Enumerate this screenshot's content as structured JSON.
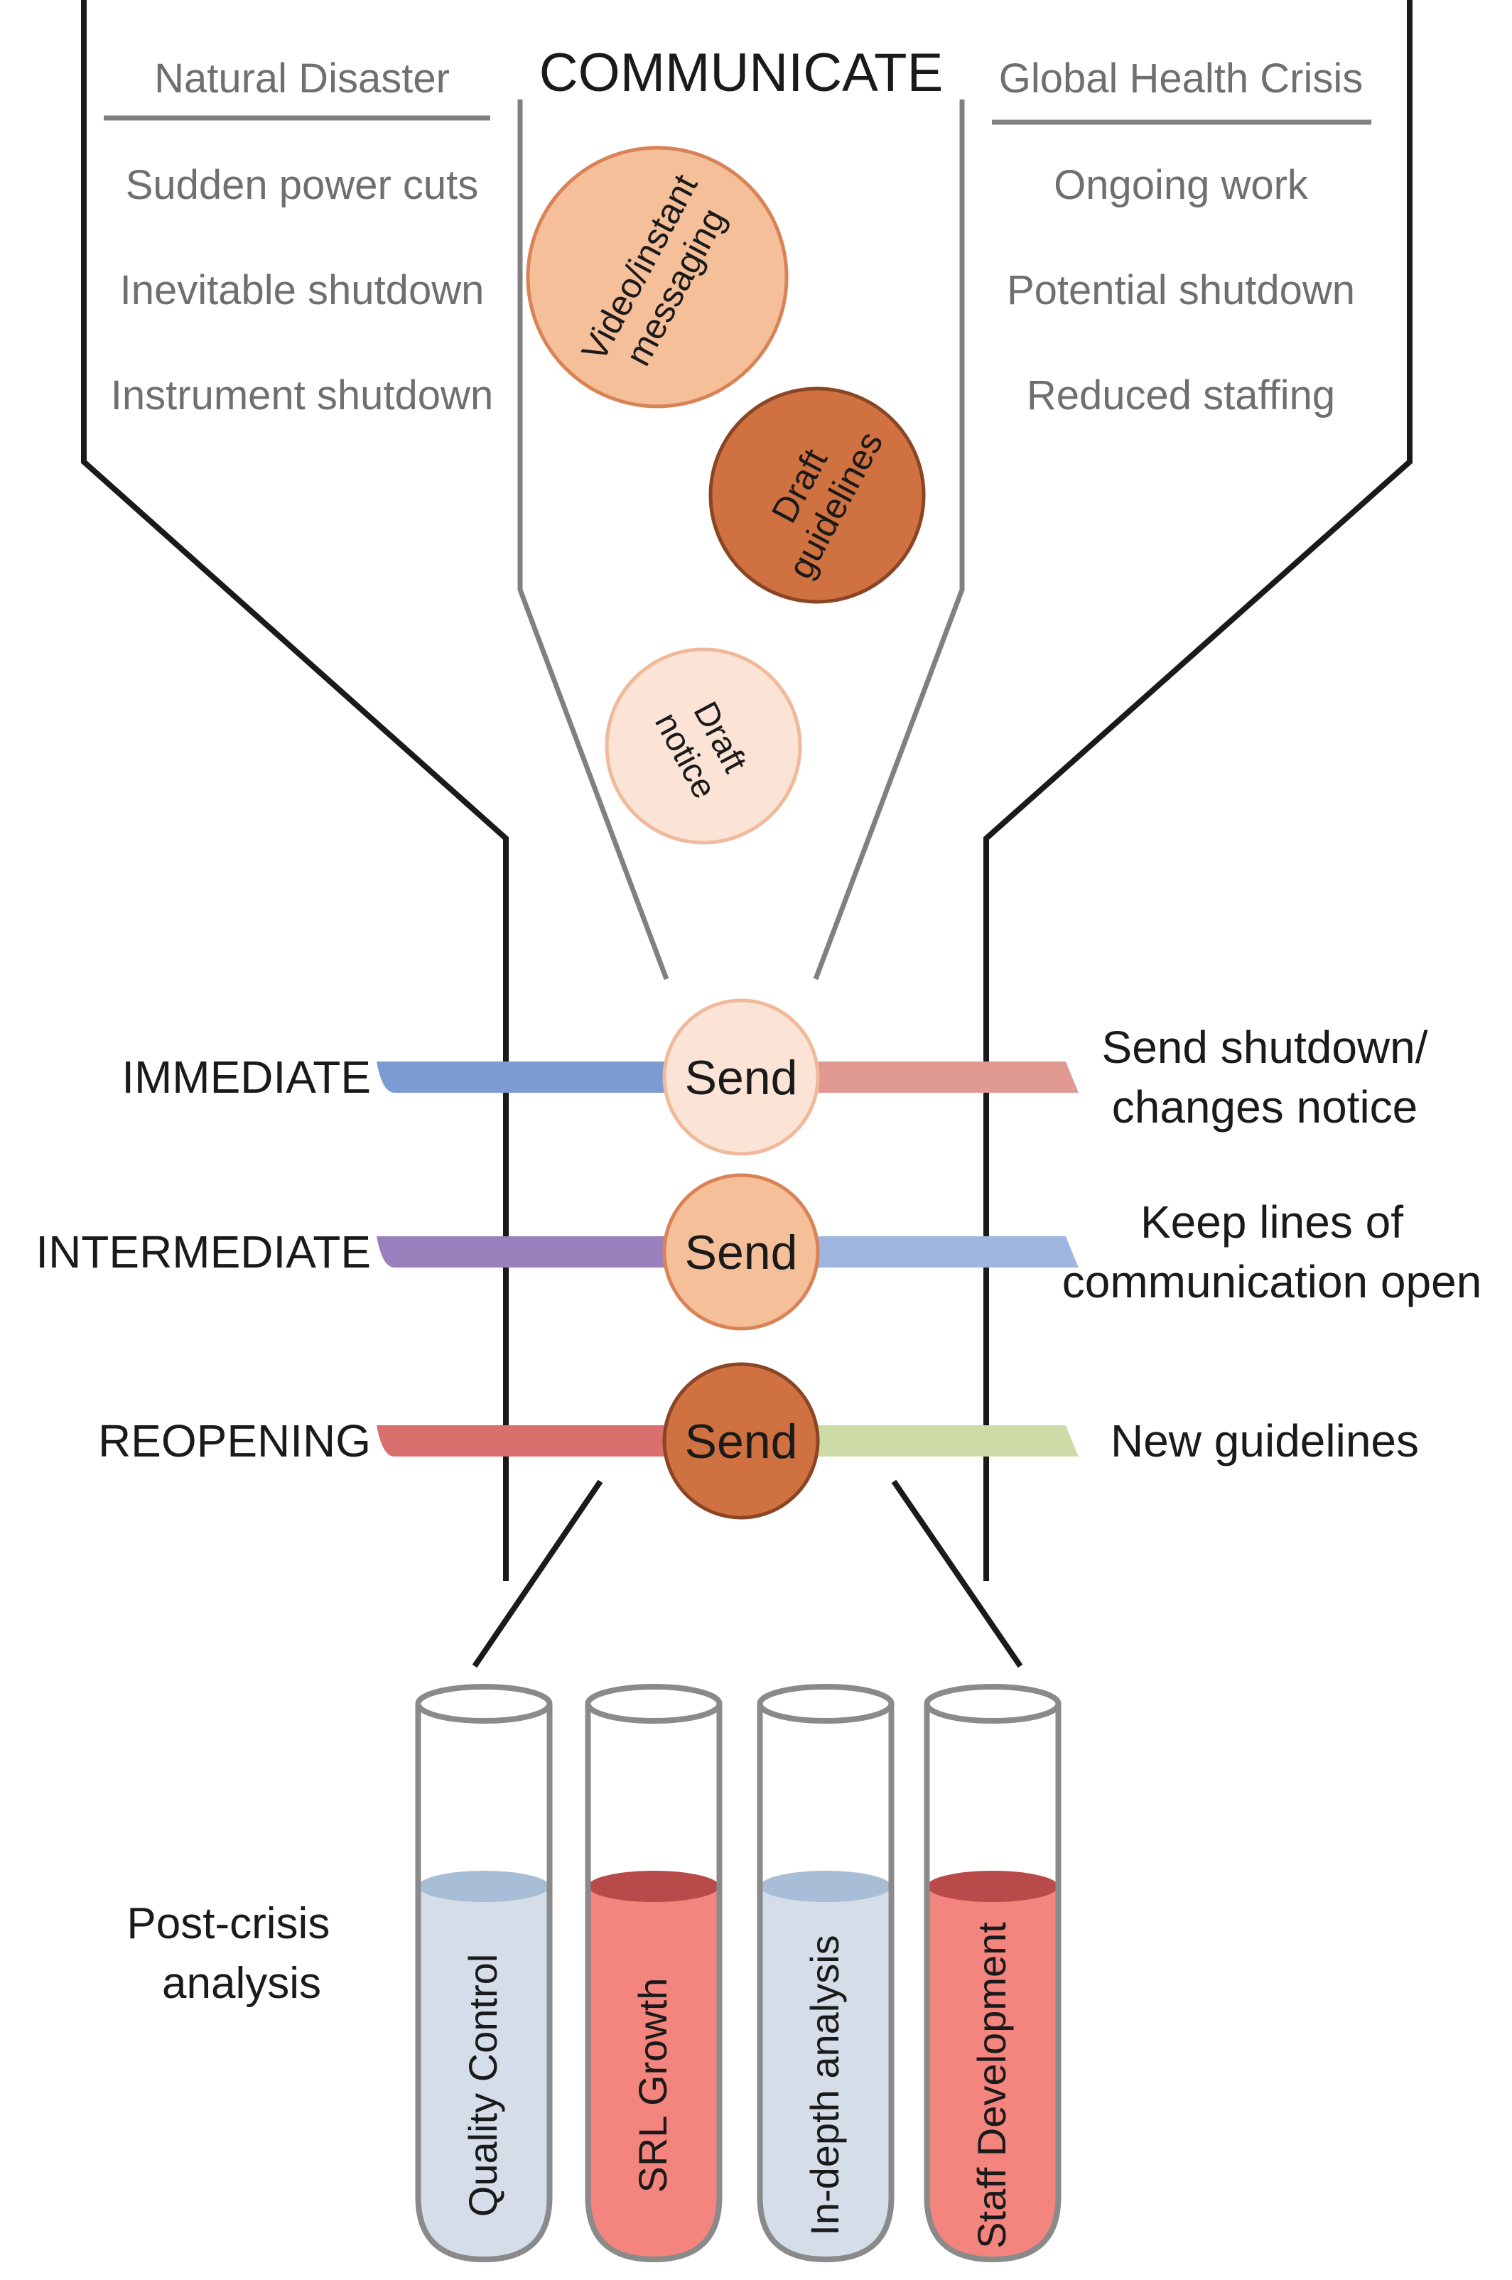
{
  "title": "COMMUNICATE",
  "left_column": {
    "heading": "Natural Disaster",
    "items": [
      "Sudden power cuts",
      "Inevitable shutdown",
      "Instrument shutdown"
    ]
  },
  "right_column": {
    "heading": "Global Health Crisis",
    "items": [
      "Ongoing work",
      "Potential shutdown",
      "Reduced staffing"
    ]
  },
  "bubbles": [
    {
      "lines": [
        "Video/instant",
        "messaging"
      ],
      "color": "#f5bf9a",
      "stroke": "#d98256"
    },
    {
      "lines": [
        "Draft",
        "guidelines"
      ],
      "color": "#cf7140",
      "stroke": "#8c4524"
    },
    {
      "lines": [
        "Draft",
        "notice"
      ],
      "color": "#fbe3d6",
      "stroke": "#f0b99a"
    }
  ],
  "phases": [
    {
      "label": "IMMEDIATE",
      "send": "Send",
      "action": [
        "Send shutdown/",
        "changes notice"
      ],
      "left_color": "#7c9bd2",
      "right_color": "#e09a92",
      "circle_color": "#fbe3d6",
      "circle_stroke": "#f0b99a"
    },
    {
      "label": "INTERMEDIATE",
      "send": "Send",
      "action": [
        "Keep lines of",
        "communication open"
      ],
      "left_color": "#9a80bd",
      "right_color": "#9fb6e0",
      "circle_color": "#f5bf9a",
      "circle_stroke": "#d98256"
    },
    {
      "label": "REOPENING",
      "send": "Send",
      "action": [
        "New guidelines"
      ],
      "left_color": "#d9706e",
      "right_color": "#cddca6",
      "circle_color": "#cf7140",
      "circle_stroke": "#8c4524"
    }
  ],
  "analysis": {
    "label_lines": [
      "Post-crisis",
      "analysis"
    ],
    "tubes": [
      {
        "label": "Quality Control",
        "fill": "#d4dde8",
        "top": "#a8bed6"
      },
      {
        "label": "SRL Growth",
        "fill": "#f3847e",
        "top": "#b84a4a"
      },
      {
        "label": "In-depth analysis",
        "fill": "#d4dde8",
        "top": "#a8bed6"
      },
      {
        "label": "Staff Development",
        "fill": "#f3847e",
        "top": "#b84a4a"
      }
    ]
  }
}
